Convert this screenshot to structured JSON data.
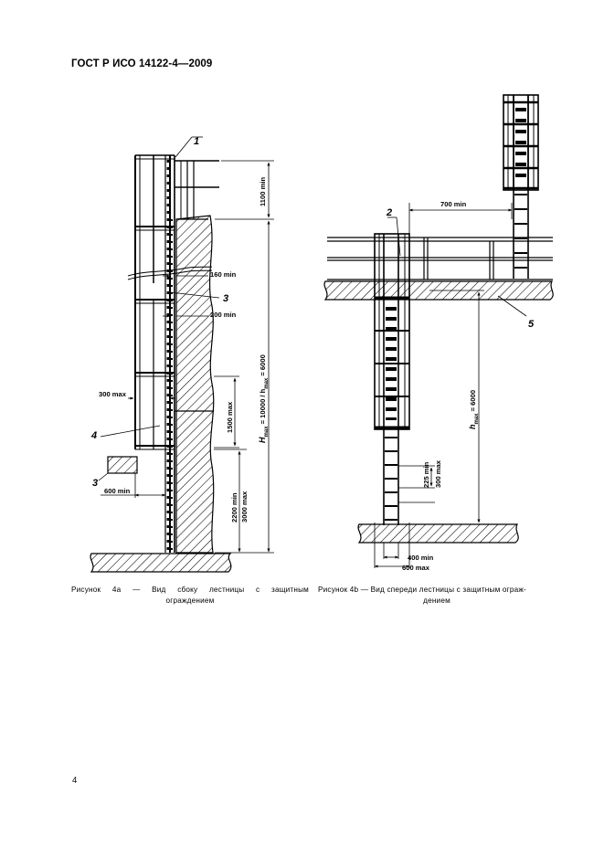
{
  "header": {
    "standard": "ГОСТ Р ИСО 14122-4—2009"
  },
  "figure_a": {
    "callouts": {
      "c1": "1",
      "c3a": "3",
      "c4": "4",
      "c3b": "3"
    },
    "dims": {
      "d1100": "1100 min",
      "d160": "160 min",
      "d200": "200 min",
      "d300": "300 max",
      "d1500": "1500 max",
      "d600": "600 min",
      "d2200": "2200 min",
      "d3000": "3000 max",
      "dH": "H",
      "dHsub1": "max",
      "dHmid": " = 10000 / h",
      "dHsub2": "max",
      "dHend": " = 6000"
    },
    "caption_line1": "Рисунок 4a — Вид сбоку лестницы с защитным",
    "caption_line2": "ограждением"
  },
  "figure_b": {
    "callouts": {
      "c2": "2",
      "c5": "5"
    },
    "dims": {
      "d700": "700 min",
      "d225": "225 min",
      "d300": "300 max",
      "dh": "h",
      "dhsub": "max",
      "dhend": " = 6000",
      "d400": "400 min",
      "d600": "600 max"
    },
    "caption_line1": "Рисунок 4b — Вид спереди лестницы с защитным ограж-",
    "caption_line2": "дением"
  },
  "page_number": "4"
}
